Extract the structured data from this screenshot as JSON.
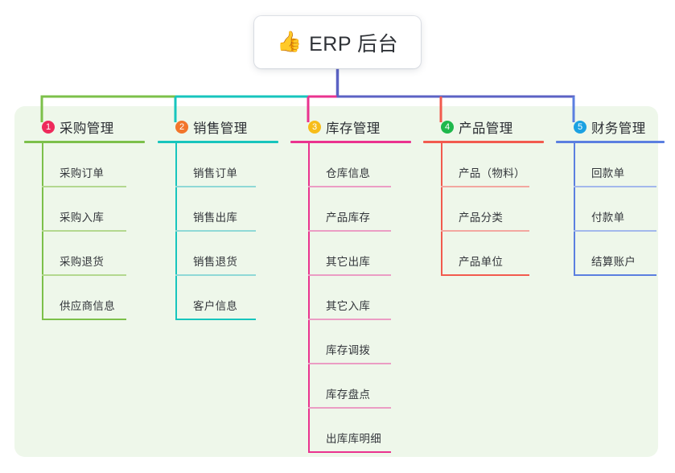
{
  "root": {
    "icon": "thumbs-up-icon",
    "icon_glyph": "👍",
    "title": "ERP 后台"
  },
  "colors": {
    "canvas": "#ffffff",
    "panel": "#eef7ea",
    "root_text": "#2f3237",
    "leaf_text": "#33363b",
    "trunk": "#5b62c4"
  },
  "branches": [
    {
      "number": "1",
      "title": "采购管理",
      "badge_color": "#ee2a5b",
      "accent": "#7cc04a",
      "accent_soft": "#b3d88f",
      "leaves": [
        {
          "label": "采购订单"
        },
        {
          "label": "采购入库"
        },
        {
          "label": "采购退货"
        },
        {
          "label": "供应商信息"
        }
      ]
    },
    {
      "number": "2",
      "title": "销售管理",
      "badge_color": "#f2752b",
      "accent": "#17c5bd",
      "accent_soft": "#8fd9d6",
      "leaves": [
        {
          "label": "销售订单"
        },
        {
          "label": "销售出库"
        },
        {
          "label": "销售退货"
        },
        {
          "label": "客户信息"
        }
      ]
    },
    {
      "number": "3",
      "title": "库存管理",
      "badge_color": "#f7bd19",
      "accent": "#ea338f",
      "accent_soft": "#eb9dc4",
      "leaves": [
        {
          "label": "仓库信息"
        },
        {
          "label": "产品库存"
        },
        {
          "label": "其它出库"
        },
        {
          "label": "其它入库"
        },
        {
          "label": "库存调拨"
        },
        {
          "label": "库存盘点"
        },
        {
          "label": "出库库明细"
        }
      ]
    },
    {
      "number": "4",
      "title": "产品管理",
      "badge_color": "#1fb84c",
      "accent": "#f25a4e",
      "accent_soft": "#f3a7a0",
      "leaves": [
        {
          "label": "产品（物料）"
        },
        {
          "label": "产品分类"
        },
        {
          "label": "产品单位"
        }
      ]
    },
    {
      "number": "5",
      "title": "财务管理",
      "badge_color": "#1ba1e2",
      "accent": "#5b7fe0",
      "accent_soft": "#a3b8ec",
      "leaves": [
        {
          "label": "回款单"
        },
        {
          "label": "付款单"
        },
        {
          "label": "结算账户"
        }
      ]
    }
  ]
}
